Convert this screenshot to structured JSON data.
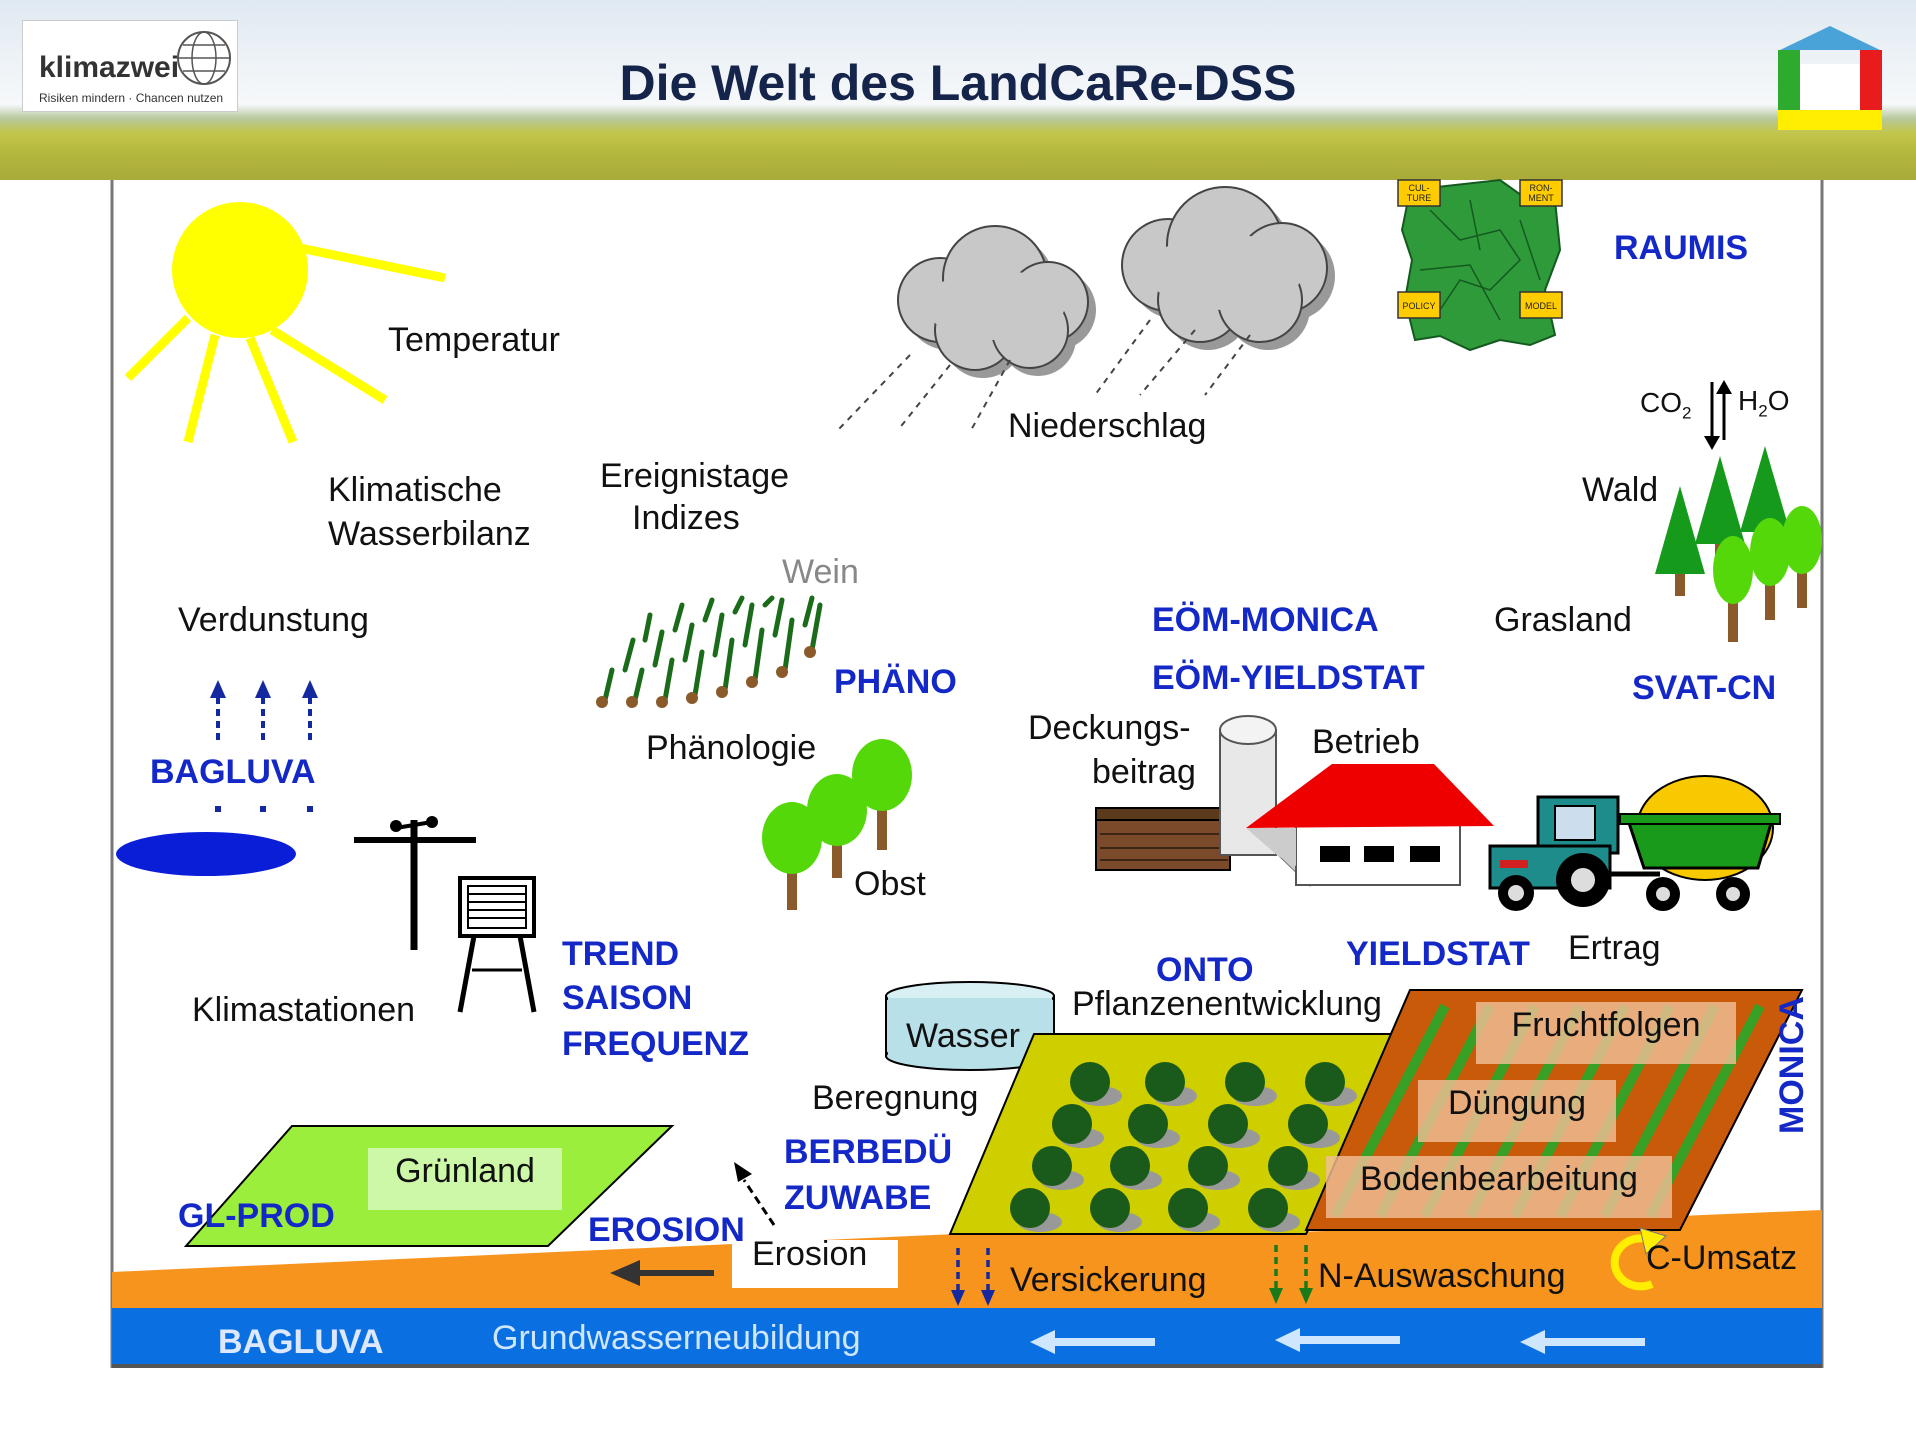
{
  "header": {
    "title": "Die Welt des LandCaRe-DSS",
    "logo_name": "klimazwei",
    "logo_tagline": "Risiken mindern · Chancen nutzen"
  },
  "map": {
    "corner_labels": [
      "CUL-\nTURE",
      "RON-\nMENT",
      "POLICY",
      "MODEL"
    ]
  },
  "labels": {
    "temperatur": "Temperatur",
    "niederschlag": "Niederschlag",
    "raumis": "RAUMIS",
    "co2": "CO",
    "co2_sub": "2",
    "h2o_a": "H",
    "h2o_sub": "2",
    "h2o_b": "O",
    "wald": "Wald",
    "klimatische": "Klimatische",
    "wasserbilanz": "Wasserbilanz",
    "ereignistage": "Ereignistage",
    "indizes": "Indizes",
    "wein": "Wein",
    "verdunstung": "Verdunstung",
    "eom_monica": "EÖM-MONICA",
    "eom_yieldstat": "EÖM-YIELDSTAT",
    "grasland": "Grasland",
    "svat_cn": "SVAT-CN",
    "phaeno": "PHÄNO",
    "phaenologie": "Phänologie",
    "bagluva_top": "BAGLUVA",
    "deckungs": "Deckungs-",
    "beitrag": "beitrag",
    "betrieb": "Betrieb",
    "obst": "Obst",
    "trend": "TREND",
    "saison": "SAISON",
    "frequenz": "FREQUENZ",
    "klimastationen": "Klimastationen",
    "onto": "ONTO",
    "yieldstat": "YIELDSTAT",
    "ertrag": "Ertrag",
    "pflanzenentwicklung": "Pflanzenentwicklung",
    "wasser": "Wasser",
    "beregnung": "Beregnung",
    "fruchtfolgen": "Fruchtfolgen",
    "duengung": "Düngung",
    "bodenbearbeitung": "Bodenbearbeitung",
    "monica": "MONICA",
    "berbedue": "BERBEDÜ",
    "zuwabe": "ZUWABE",
    "gruenland": "Grünland",
    "gl_prod": "GL-PROD",
    "erosion_model": "EROSION",
    "erosion": "Erosion",
    "versickerung": "Versickerung",
    "n_auswaschung": "N-Auswaschung",
    "c_umsatz": "C-Umsatz",
    "bagluva_bottom": "BAGLUVA",
    "grundwasser": "Grundwasserneubildung"
  },
  "colors": {
    "model_blue": "#1428c8",
    "soil": "#f7941d",
    "groundwater": "#0a6fe0",
    "sun": "#ffff00",
    "grass": "#9cee3c",
    "field": "#cfcf00"
  }
}
